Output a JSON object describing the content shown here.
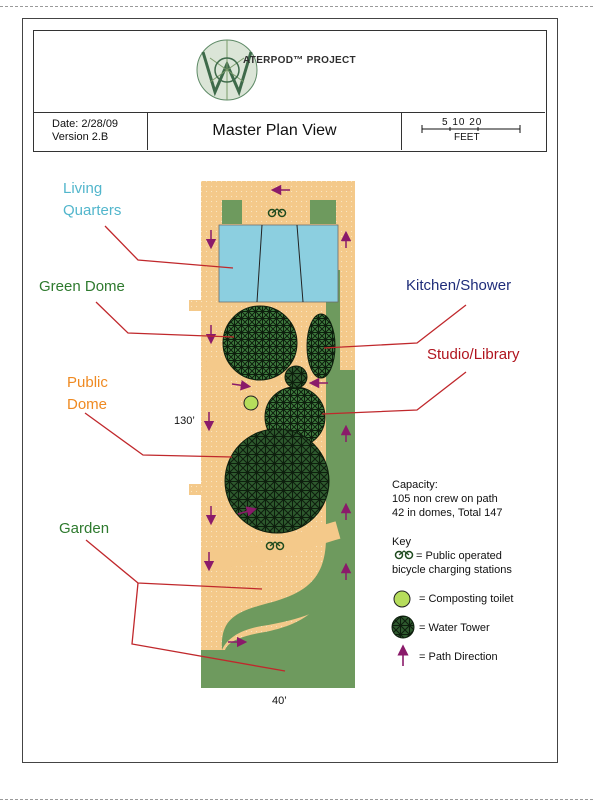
{
  "header": {
    "project_name": "ATERPOD™ PROJECT",
    "logo_letter": "W",
    "date": "Date: 2/28/09",
    "version": "Version 2.B",
    "title": "Master Plan View",
    "scale_numbers": "5  10   20",
    "scale_unit": "FEET"
  },
  "labels": {
    "living_quarters": "Living\nQuarters",
    "green_dome": "Green Dome",
    "public_dome": "Public\nDome",
    "garden": "Garden",
    "kitchen_shower": "Kitchen/Shower",
    "studio_library": "Studio/Library"
  },
  "dimensions": {
    "length": "130’",
    "width": "40’"
  },
  "capacity": {
    "heading": "Capacity:",
    "line1": "105 non crew on path",
    "line2": "42 in domes, Total 147"
  },
  "key": {
    "heading": "Key",
    "bike_line1": "= Public operated",
    "bike_line2": "bicycle charging stations",
    "toilet": "= Composting toilet",
    "tower": "= Water Tower",
    "arrow": "= Path Direction"
  },
  "colors": {
    "path": "#f4c98a",
    "ground": "#6e9a5e",
    "living": "#8ccfe0",
    "leader": "#c0282c",
    "arrow": "#8a1a6a",
    "label_teal": "#52b6cc",
    "label_green": "#2e7a2e",
    "label_orange": "#ef8a22",
    "label_navy": "#1f2d7a",
    "label_red": "#b0141e",
    "toilet": "#b6dd5c"
  },
  "icons": [
    "waterpod-logo-icon",
    "bicycle-icon",
    "composting-toilet-icon",
    "water-tower-icon",
    "path-arrow-icon"
  ]
}
